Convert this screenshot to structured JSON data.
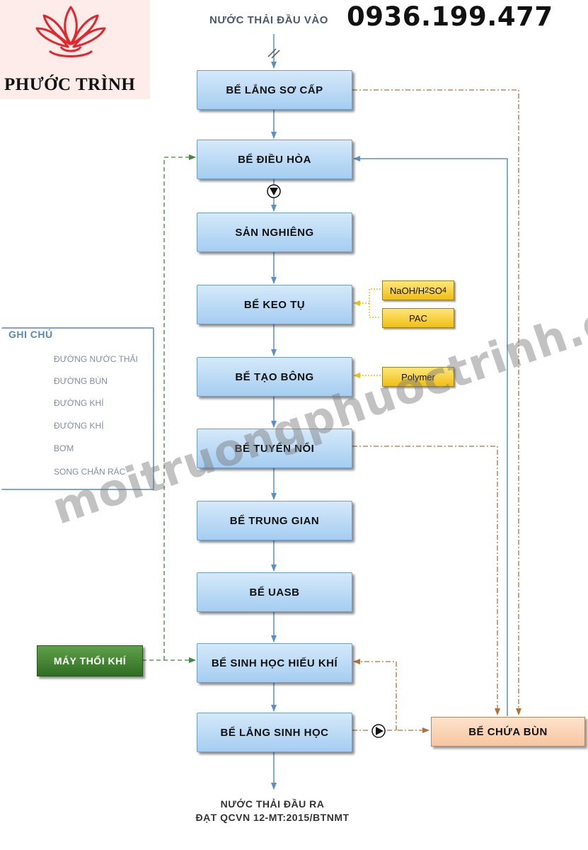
{
  "brand": {
    "name": "PHƯỚC TRÌNH",
    "accent": "#e4252b"
  },
  "phone": "0936.199.477",
  "inflow_label": "NƯỚC THẢI ĐẦU VÀO",
  "steps": [
    "BỂ LẮNG SƠ CẤP",
    "BỂ ĐIỀU HÒA",
    "SẢN NGHIÊNG",
    "BỂ KEO TỤ",
    "BỂ TẠO BÔNG",
    "BỂ TUYỂN NỔI",
    "BỂ TRUNG GIAN",
    "BỂ UASB",
    "BỂ SINH HỌC HIẾU KHÍ",
    "BỂ LẮNG SINH HỌC"
  ],
  "chemicals": {
    "naoh": {
      "prefix": "NaOH/H",
      "sub1": "2",
      "mid": "SO",
      "sub2": "4"
    },
    "pac": "PAC",
    "polymer": "Polymer"
  },
  "blower": "MÁY THỔI KHÍ",
  "sludge_tank": "BỂ CHỨA BÙN",
  "outflow": {
    "line1": "NƯỚC THẢI ĐẦU RA",
    "line2": "ĐẠT QCVN 12-MT:2015/BTNMT"
  },
  "legend": {
    "title": "GHI CHÚ",
    "items": [
      {
        "label": "ĐƯỜNG NƯỚC THẢI",
        "icon": "water-line-icon",
        "color": "#5b8fc7"
      },
      {
        "label": "ĐƯỜNG BÙN",
        "icon": "sludge-line-icon",
        "color": "#b4703a"
      },
      {
        "label": "ĐƯỜNG KHÍ",
        "icon": "air-line-icon",
        "color": "#3c8a3c"
      },
      {
        "label": "ĐƯỜNG KHÍ",
        "icon": "chemical-line-icon",
        "color": "#e8c21a"
      },
      {
        "label": "BƠM",
        "icon": "pump-icon",
        "color": "#111111"
      },
      {
        "label": "SONG CHẮN RÁC",
        "icon": "screen-icon",
        "color": "#555555"
      }
    ]
  },
  "watermark": "moitruongphuoctrinh.com"
}
